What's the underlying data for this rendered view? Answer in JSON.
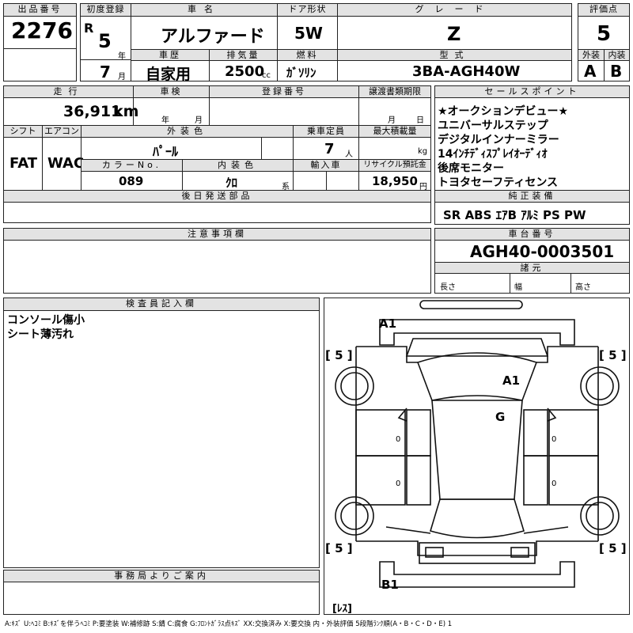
{
  "lot": {
    "label": "出品番号",
    "value": "2276"
  },
  "first_reg": {
    "label": "初度登録",
    "era": "R",
    "year": "5",
    "year_unit": "年",
    "month": "7",
    "month_unit": "月"
  },
  "car_name": {
    "label": "車名",
    "value": "アルファード"
  },
  "door": {
    "label": "ドア形状",
    "value": "5W"
  },
  "grade": {
    "label": "グレード",
    "value": "Z"
  },
  "score": {
    "label": "評価点",
    "value": "5"
  },
  "history": {
    "label": "車歴",
    "value": "自家用"
  },
  "displacement": {
    "label": "排気量",
    "value": "2500",
    "unit": "cc"
  },
  "fuel": {
    "label": "燃料",
    "value": "ｶﾞｿﾘﾝ"
  },
  "model": {
    "label": "型式",
    "value": "3BA-AGH40W"
  },
  "ext_grade": {
    "label": "外装",
    "value": "A"
  },
  "int_grade": {
    "label": "内装",
    "value": "B"
  },
  "mileage": {
    "label": "走行",
    "value": "36,911",
    "unit": "km"
  },
  "inspection": {
    "label": "車検",
    "year_unit": "年",
    "month_unit": "月"
  },
  "reg_no": {
    "label": "登録番号"
  },
  "transfer": {
    "label": "譲渡書類期限",
    "month_unit": "月",
    "day_unit": "日"
  },
  "shift": {
    "label": "シフト",
    "value": "FAT"
  },
  "aircon": {
    "label": "エアコン",
    "value": "WAC"
  },
  "ext_color": {
    "label": "外装色",
    "value": "ﾊﾟｰﾙ"
  },
  "capacity": {
    "label": "乗車定員",
    "value": "7",
    "unit": "人"
  },
  "max_load": {
    "label": "最大積載量",
    "unit": "kg"
  },
  "color_no": {
    "label": "カラーNo.",
    "value": "089"
  },
  "int_color": {
    "label": "内装色",
    "value": "ｸﾛ",
    "unit": "系"
  },
  "import": {
    "label": "輸入車"
  },
  "recycle": {
    "label": "リサイクル預託金",
    "value": "18,950",
    "unit": "円"
  },
  "later_parts": {
    "label": "後日発送部品"
  },
  "sales_points": {
    "label": "セールスポイント",
    "items": [
      "★オークションデビュー★",
      "ユニバーサルステップ",
      "デジタルインナーミラー",
      "14ｲﾝﾁﾃﾞｨｽﾌﾟﾚｲｵｰﾃﾞｨｵ",
      "後席モニター",
      "トヨタセーフティセンス"
    ]
  },
  "equipment": {
    "label": "純正装備",
    "value": "SR ABS ｴｱB ｱﾙﾐ PS PW"
  },
  "notes": {
    "label": "注意事項欄"
  },
  "chassis": {
    "label": "車台番号",
    "value": "AGH40-0003501"
  },
  "dims": {
    "label": "諸元",
    "length": "長さ",
    "width": "幅",
    "height": "高さ"
  },
  "inspector": {
    "label": "検査員記入欄",
    "lines": [
      "コンソール傷小",
      "シート薄汚れ"
    ]
  },
  "office": {
    "label": "事務局よりご案内"
  },
  "diagram": {
    "tire_fl": "[ 5 ]",
    "tire_fr": "[ 5 ]",
    "tire_rl": "[ 5 ]",
    "tire_rr": "[ 5 ]",
    "spare": "[ﾚｽ]",
    "mark_front_bumper": "A1",
    "mark_hood": "A1",
    "mark_windshield": "G",
    "mark_rear_bumper": "B1",
    "door_mark_1": "0",
    "door_mark_2": "0",
    "door_mark_3": "0",
    "door_mark_4": "0"
  },
  "legend": "A:ｷｽﾞ  U:ﾍｺﾐ  B:ｷｽﾞを伴うﾍｺﾐ  P:要塗装  W:補修跡  S:錆  C:腐食  G:ﾌﾛﾝﾄｶﾞﾗｽ点ｷｽﾞ  XX:交換済み  X:要交換  内・外装評価  5段階ﾗﾝｸ順(A・B・C・D・E)  1"
}
